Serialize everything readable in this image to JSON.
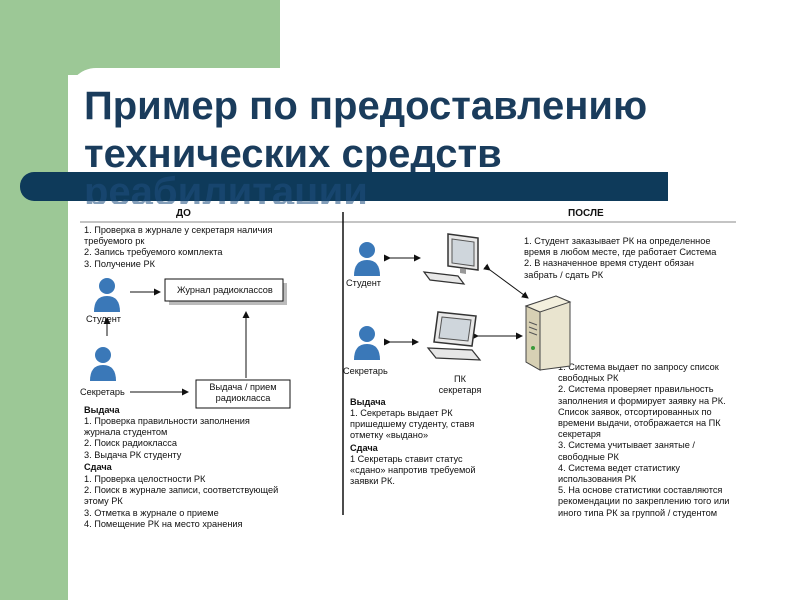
{
  "slide": {
    "title": "Пример по предоставлению технических средств",
    "title_faded": "реабилитации"
  },
  "before": {
    "header": "ДО",
    "steps": "1. Проверка в журнале у секретаря наличия\nтребуемого рк\n2. Запись требуемого комплекта\n3. Получение РК",
    "journal_label": "Журнал радиоклассов",
    "student_label": "Студент",
    "secretary_label": "Секретарь",
    "issue_box_label": "Выдача / прием\nрадиокласса",
    "issue_header": "Выдача",
    "issue_steps": "1. Проверка правильности заполнения\nжурнала студентом\n2. Поиск радиокласса\n3. Выдача РК студенту",
    "return_header": "Сдача",
    "return_steps": "1. Проверка целостности РК\n2. Поиск в журнале записи, соответствующей\nэтому РК\n3. Отметка в журнале о приеме\n4. Помещение РК на место хранения"
  },
  "after": {
    "header": "ПОСЛЕ",
    "student_label": "Студент",
    "secretary_label": "Секретарь",
    "pc_label": "ПК\nсекретаря",
    "student_steps": "1. Студент заказывает РК на определенное\nвремя в любом месте, где работает Система\n2. В назначенное время студент обязан\nзабрать / сдать РК",
    "issue_header": "Выдача",
    "issue_steps": "1. Секретарь выдает РК\nпришедшему студенту, ставя\nотметку «выдано»",
    "return_header": "Сдача",
    "return_steps": "1 Секретарь ставит статус\n«сдано» напротив требуемой\nзаявки РК.",
    "system_steps": "1. Система выдает по запросу список\nсвободных РК\n2. Система проверяет правильность\nзаполнения и формирует заявку на РК.\nСписок заявок, отсортированных по\nвремени выдачи, отображается на ПК\nсекретаря\n3. Система учитывает занятые /\nсвободные РК\n4. Система ведет статистику\nиспользования РК\n5. На основе статистики составляются\nрекомендации по закреплению того или\nиного типа РК за группой / студентом"
  },
  "colors": {
    "green": "#9cc896",
    "title": "#1a3c5c",
    "bar": "#0e3a5a",
    "person": "#3a78b8"
  }
}
